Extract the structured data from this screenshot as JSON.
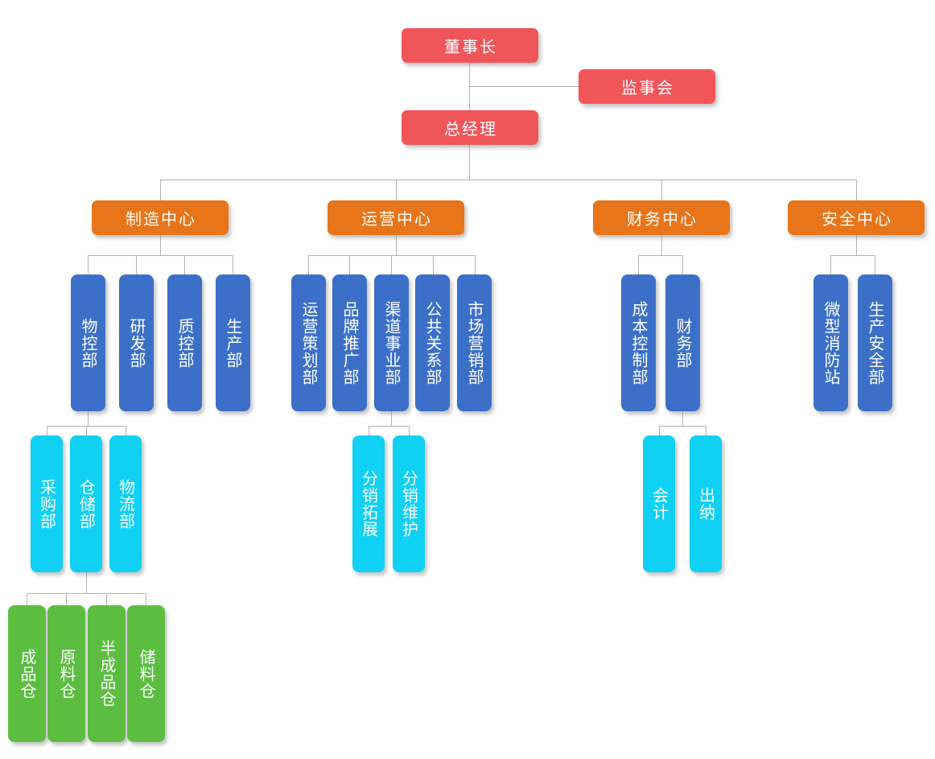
{
  "diagram": {
    "type": "org-chart",
    "executive": {
      "chairman": "董事长",
      "supervisory_board": "监事会",
      "general_manager": "总经理"
    },
    "centers": {
      "manufacturing": "制造中心",
      "operations": "运营中心",
      "finance": "财务中心",
      "safety": "安全中心"
    },
    "departments": {
      "material_control": "物控部",
      "research_development": "研发部",
      "quality_control": "质控部",
      "production": "生产部",
      "operations_planning": "运营策划部",
      "brand_promotion": "品牌推广部",
      "channel_business": "渠道事业部",
      "public_relations": "公共关系部",
      "marketing": "市场营销部",
      "cost_control": "成本控制部",
      "finance_department": "财务部",
      "micro_fire_station": "微型消防站",
      "production_safety": "生产安全部"
    },
    "sections": {
      "purchasing": "采购部",
      "warehousing": "仓储部",
      "logistics": "物流部",
      "distribution_expansion": "分销拓展",
      "distribution_maintenance": "分销维护",
      "accounting": "会计",
      "cashier": "出纳"
    },
    "warehouses": {
      "finished_goods": "成品仓",
      "raw_materials": "原料仓",
      "semi_finished": "半成品仓",
      "material_storage": "储料仓"
    },
    "colors": {
      "executive_red": "#f0555a",
      "center_orange": "#e8751a",
      "department_blue": "#3c70c8",
      "section_cyan": "#10d0f4",
      "warehouse_green": "#5cbe40",
      "connector_gray": "#b4b4b4"
    }
  }
}
